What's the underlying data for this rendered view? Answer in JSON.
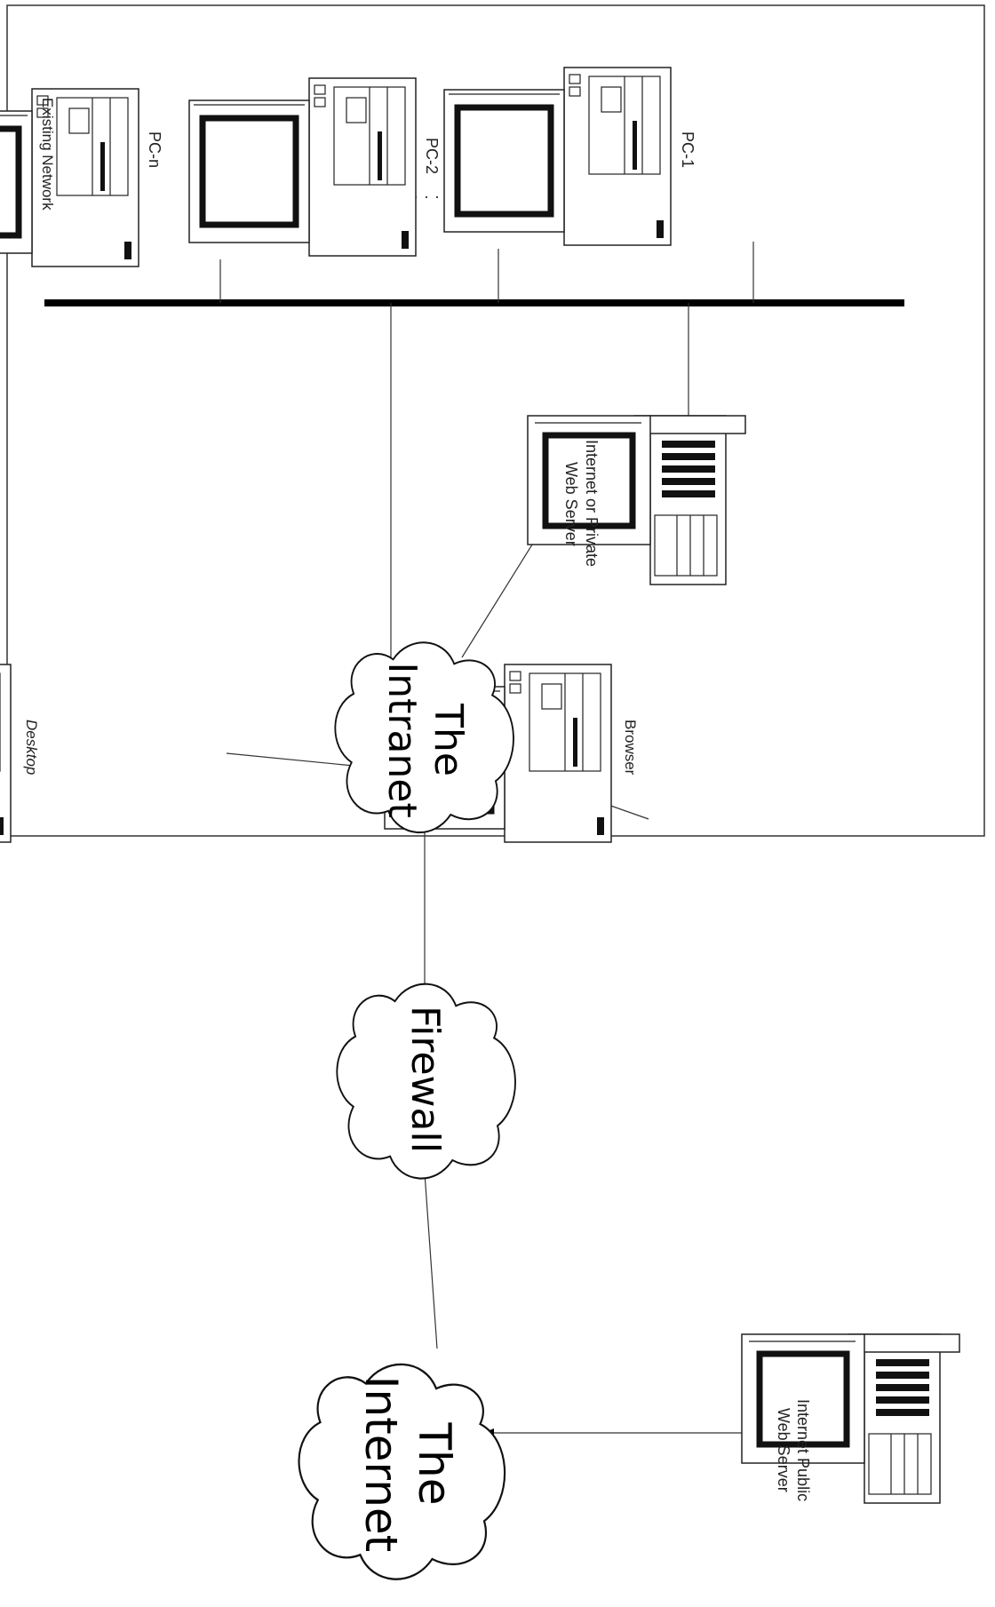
{
  "labels": {
    "existing_network": "Existing Network",
    "pc_n": "PC-n",
    "pc_2": "PC-2",
    "pc_1": "PC-1",
    "private_web_server_line1": "Internet or Private",
    "private_web_server_line2": "Web Server",
    "desktop": "Desktop",
    "browser": "Browser",
    "public_web_server_line1": "Internet Public",
    "public_web_server_line2": "Web Server"
  },
  "clouds": {
    "intranet_line1": "The",
    "intranet_line2": "Intranet",
    "firewall": "Firewall",
    "internet_line1": "The",
    "internet_line2": "Internet"
  }
}
